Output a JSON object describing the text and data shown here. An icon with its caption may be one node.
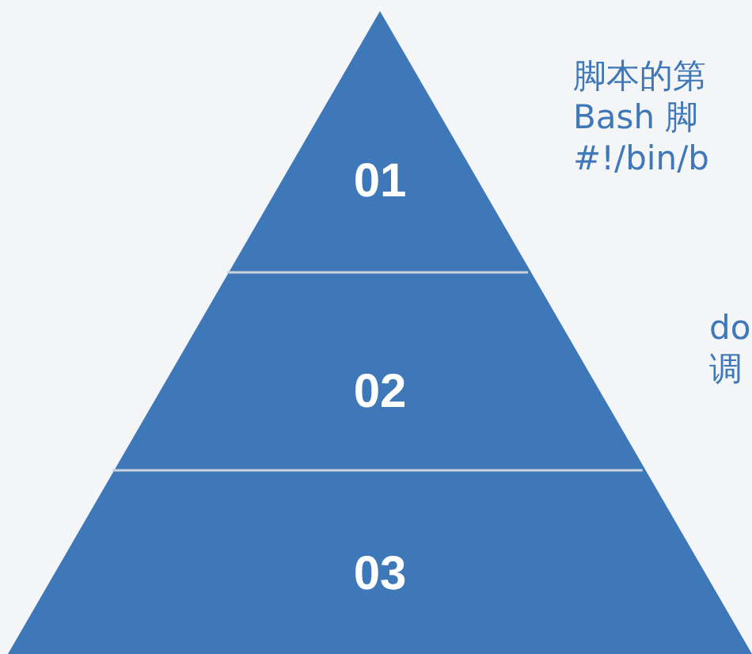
{
  "diagram": {
    "nodes": [
      {
        "text": [
          "01"
        ]
      },
      {
        "text": [
          "02"
        ]
      },
      {
        "text": [
          "03"
        ]
      }
    ],
    "labels": [
      "脚本的第",
      "Bash 脚",
      "#!/bin/b",
      "do",
      "调"
    ]
  }
}
